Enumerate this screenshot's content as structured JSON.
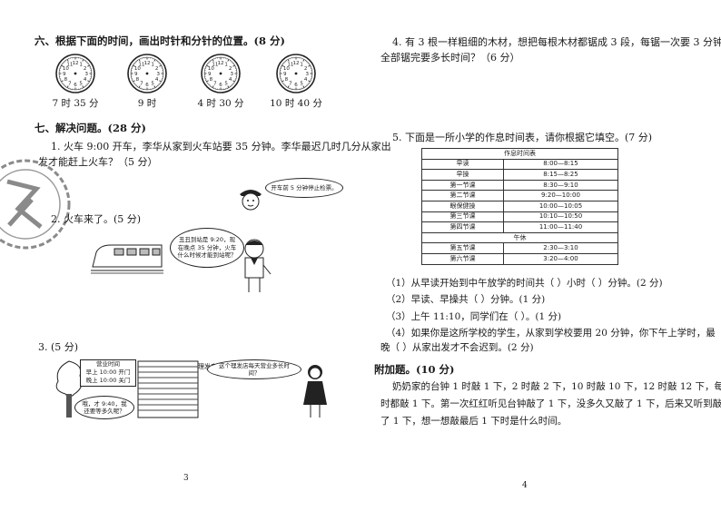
{
  "left": {
    "section6": {
      "title": "六、根据下面的时间，画出时针和分针的位置。(8 分)"
    },
    "clocks": [
      {
        "label": "7 时 35 分"
      },
      {
        "label": "9 时"
      },
      {
        "label": "4 时 30 分"
      },
      {
        "label": "10 时 40 分"
      }
    ],
    "section7": {
      "title": "七、解决问题。(28 分)"
    },
    "q1": {
      "line1": "1. 火车 9:00 开车，李华从家到火车站要 35 分钟。李华最迟几时几分从家出",
      "line2": "发才能赶上火车？（5 分）",
      "speech": "开车前 5 分钟停止检票。"
    },
    "q2": {
      "title": "2. 火车来了。(5 分)",
      "speech": "丑丑到站是 9:20，现在晚点 35 分钟，火车什么时候才能到站呢？"
    },
    "q3": {
      "title": "3. (5 分)",
      "sign_title": "营业时间",
      "sign_line1": "早上 10:00 开门",
      "sign_line2": "晚上 10:00 关门",
      "shop": "理发店",
      "speech_girl": "这个理发店每天营业多长时间？",
      "speech_boy": "哦，才 9:40，我还要等多久呢？"
    },
    "page_number": "3"
  },
  "right": {
    "q4": {
      "line1": "4. 有 3 根一样粗细的木材，想把每根木材都锯成 3 段，每锯一次要 3 分钟，",
      "line2": "全部锯完要多长时间？（6 分）"
    },
    "q5": {
      "title": "5. 下面是一所小学的作息时间表，请你根据它填空。(7 分)",
      "table_title": "作息时间表",
      "rows": [
        {
          "name": "早读",
          "time": "8:00—8:15"
        },
        {
          "name": "早操",
          "time": "8:15—8:25"
        },
        {
          "name": "第一节课",
          "time": "8:30—9:10"
        },
        {
          "name": "第二节课",
          "time": "9:20—10:00"
        },
        {
          "name": "眼保健操",
          "time": "10:00—10:05"
        },
        {
          "name": "第三节课",
          "time": "10:10—10:50"
        },
        {
          "name": "第四节课",
          "time": "11:00—11:40"
        }
      ],
      "noon": "午休",
      "rows2": [
        {
          "name": "第五节课",
          "time": "2:30—3:10"
        },
        {
          "name": "第六节课",
          "time": "3:20—4:00"
        }
      ],
      "sub1": "（1）从早读开始到中午放学的时间共（      ）小时（      ）分钟。(2 分)",
      "sub2": "（2）早读、早操共（          ）分钟。(1 分)",
      "sub3": "（3）上午 11:10，同学们在（               ）。(1 分)",
      "sub4_line1": "（4）如果你是这所学校的学生，从家到学校要用 20 分钟，你下午上学时，最",
      "sub4_line2": "晚（      ）从家出发才不会迟到。(2 分)"
    },
    "bonus": {
      "title": "附加题。(10 分)",
      "line1": "奶奶家的台钟 1 时敲 1 下，2 时敲 2 下，10 时敲 10 下，12 时敲 12 下，每半",
      "line2": "时都敲 1 下。第一次红红听见台钟敲了 1 下，没多久又敲了 1 下，后来又听到敲",
      "line3": "了 1 下，想一想敲最后 1 下时是什么时间。"
    },
    "page_number": "4"
  },
  "colors": {
    "ink": "#1a1a1a",
    "stamp": "#8a8a8a"
  }
}
